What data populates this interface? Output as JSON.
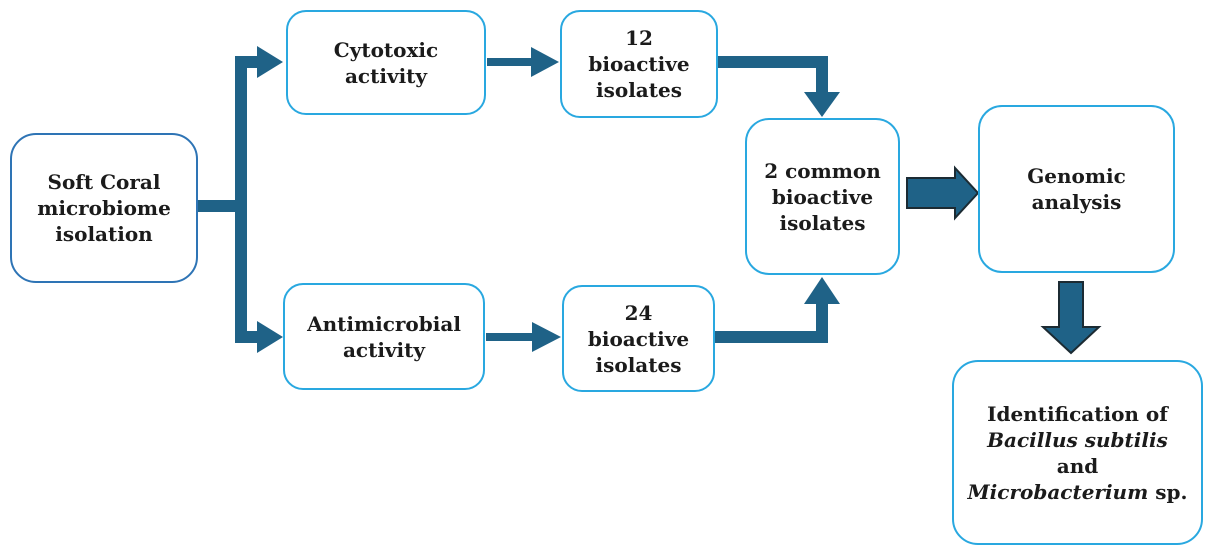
{
  "colors": {
    "connector": "#1f6287",
    "block_arrow_outline": "#1c2b33",
    "primary_box_border": "#2e74b5",
    "light_box_border": "#29a8e0",
    "box_fill": "#ffffff",
    "text": "#1b1b1b"
  },
  "nodes": {
    "soft_coral": {
      "label": "Soft Coral\nmicrobiome\nisolation"
    },
    "cytotoxic": {
      "label": "Cytotoxic\nactivity"
    },
    "bioactive12": {
      "label": "12\nbioactive\nisolates"
    },
    "antimicrobial": {
      "label": "Antimicrobial\nactivity"
    },
    "bioactive24": {
      "label": "24\nbioactive\nisolates"
    },
    "common2": {
      "label": "2 common\nbioactive\nisolates"
    },
    "genomic": {
      "label": "Genomic\nanalysis"
    },
    "identification": {
      "line1": "Identification of",
      "line2_italic": "Bacillus subtilis",
      "line3": "and",
      "line4_italic": "Microbacterium",
      "line4_suffix": " sp."
    }
  }
}
